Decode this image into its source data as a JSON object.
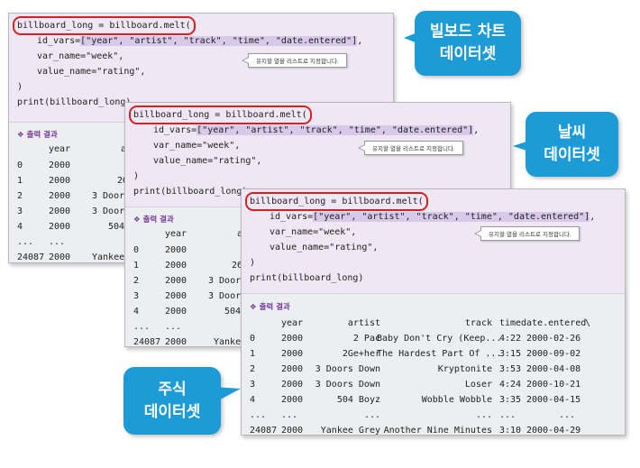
{
  "code": {
    "line1": "billboard_long = billboard.melt(",
    "id_vars_prefix": "id_vars=",
    "id_vars_list": "[\"year\", \"artist\", \"track\", \"time\", \"date.entered\"]",
    "id_vars_suffix": ",",
    "var_name": "var_name=\"week\",",
    "value_name": "value_name=\"rating\",",
    "close": ")",
    "print": "print(billboard_long)"
  },
  "note": "유지할 열을 리스트로 지정합니다.",
  "output_label": "❖ 출력 결과",
  "table": {
    "columns": [
      "year",
      "artist",
      "track",
      "time",
      "date.entered",
      "\\"
    ],
    "rows": [
      [
        "0",
        "2000",
        "2 Pac",
        "Baby Don't Cry (Keep...",
        "4:22",
        "2000-02-26"
      ],
      [
        "1",
        "2000",
        "2Ge+her",
        "The Hardest Part Of ...",
        "3:15",
        "2000-09-02"
      ],
      [
        "2",
        "2000",
        "3 Doors Down",
        "Kryptonite",
        "3:53",
        "2000-04-08"
      ],
      [
        "3",
        "2000",
        "3 Doors Down",
        "Loser",
        "4:24",
        "2000-10-21"
      ],
      [
        "4",
        "2000",
        "504 Boyz",
        "Wobble Wobble",
        "3:35",
        "2000-04-15"
      ],
      [
        "...",
        "...",
        "...",
        "...",
        "...",
        "..."
      ],
      [
        "24087",
        "2000",
        "Yankee Grey",
        "Another Nine Minutes",
        "3:10",
        "2000-04-29"
      ]
    ]
  },
  "back_panels": {
    "mid_artist_partial": [
      "26",
      "3 Doors",
      "3 Doors",
      "504",
      "Yanke"
    ],
    "back_artist_partial": [
      "2G",
      "3 Doors",
      "3 Doors",
      "504",
      "Yankee"
    ],
    "col_artist_partial": "a"
  },
  "callouts": {
    "billboard": [
      "빌보드 차트",
      "데이터셋"
    ],
    "weather": [
      "날씨",
      "데이터셋"
    ],
    "stock": [
      "주식",
      "데이터셋"
    ]
  },
  "colors": {
    "callout_blue": "#1d9bd7",
    "highlight_red": "#d92020",
    "code_bg": "#efe7f3",
    "output_bg": "#eceef0",
    "label_purple": "#7a3e9a"
  }
}
